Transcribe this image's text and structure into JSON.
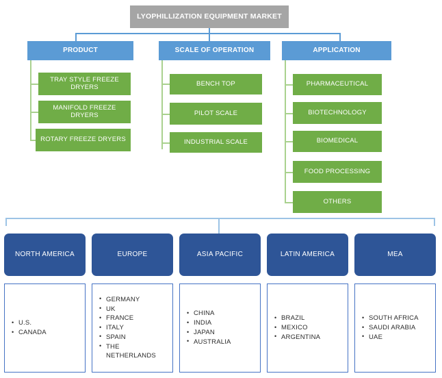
{
  "diagram": {
    "root": {
      "label": "LYOPHILLIZATION EQUIPMENT MARKET"
    },
    "categories": [
      {
        "label": "PRODUCT",
        "items": [
          {
            "label": "TRAY STYLE FREEZE DRYERS"
          },
          {
            "label": "MANIFOLD FREEZE DRYERS"
          },
          {
            "label": "ROTARY FREEZE DRYERS"
          }
        ]
      },
      {
        "label": "SCALE OF OPERATION",
        "items": [
          {
            "label": "BENCH TOP"
          },
          {
            "label": "PILOT SCALE"
          },
          {
            "label": "INDUSTRIAL SCALE"
          }
        ]
      },
      {
        "label": "APPLICATION",
        "items": [
          {
            "label": "PHARMACEUTICAL"
          },
          {
            "label": "BIOTECHNOLOGY"
          },
          {
            "label": "BIOMEDICAL"
          },
          {
            "label": "FOOD PROCESSING"
          },
          {
            "label": "OTHERS"
          }
        ]
      }
    ],
    "regions": [
      {
        "label": "NORTH AMERICA",
        "countries": [
          "U.S.",
          "CANADA"
        ]
      },
      {
        "label": "EUROPE",
        "countries": [
          "GERMANY",
          "UK",
          "FRANCE",
          "ITALY",
          "SPAIN",
          "THE NETHERLANDS"
        ]
      },
      {
        "label": "ASIA PACIFIC",
        "countries": [
          "CHINA",
          "INDIA",
          "JAPAN",
          "AUSTRALIA"
        ]
      },
      {
        "label": "LATIN AMERICA",
        "countries": [
          "BRAZIL",
          "MEXICO",
          "ARGENTINA"
        ]
      },
      {
        "label": "MEA",
        "countries": [
          "SOUTH AFRICA",
          "SAUDI ARABIA",
          "UAE"
        ]
      }
    ],
    "colors": {
      "root_fill": "#a5a5a5",
      "category_fill": "#5b9bd5",
      "leaf_fill": "#70ad47",
      "region_fill": "#2e5597",
      "country_border": "#4472c4",
      "blue_connector": "#5b9bd5",
      "green_connector": "#a9d18e",
      "light_blue_connector": "#9cc3e5"
    }
  }
}
